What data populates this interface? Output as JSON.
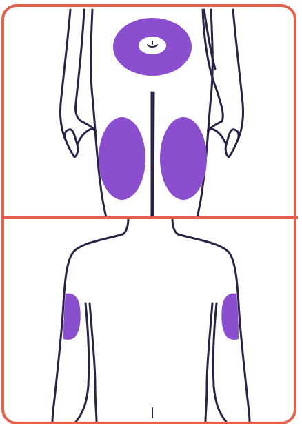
{
  "figure": {
    "panels": [
      {
        "view": "front",
        "sites": [
          "abdomen",
          "left-thigh",
          "right-thigh"
        ]
      },
      {
        "view": "back",
        "sites": [
          "left-upper-arm",
          "right-upper-arm"
        ]
      }
    ],
    "colors": {
      "site_fill": "#8a4ecf",
      "outline": "#2b2346",
      "border": "#e4604a",
      "background": "#ffffff"
    }
  }
}
